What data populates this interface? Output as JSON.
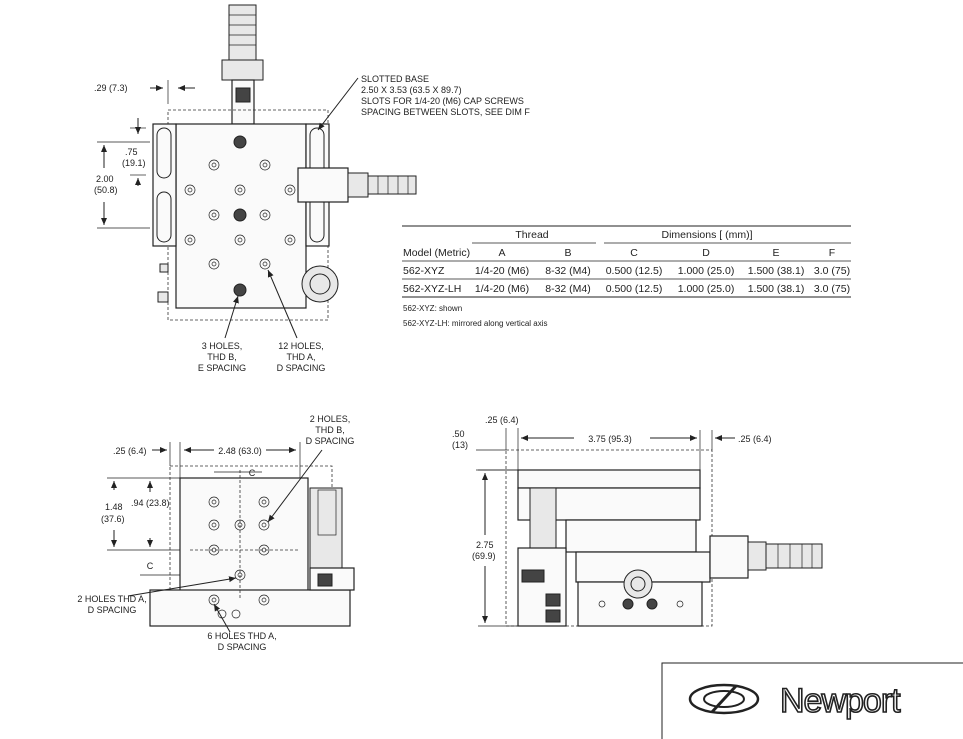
{
  "top_view": {
    "dim_029": ".29 (7.3)",
    "dim_075": ".75",
    "dim_075_mm": "(19.1)",
    "dim_200": "2.00",
    "dim_200_mm": "(50.8)",
    "slotted_base": [
      "SLOTTED BASE",
      "2.50 X 3.53 (63.5 X 89.7)",
      "SLOTS FOR 1/4-20 (M6) CAP SCREWS",
      "SPACING BETWEEN SLOTS, SEE DIM F"
    ],
    "callout_3_holes": [
      "3 HOLES,",
      "THD B,",
      "E SPACING"
    ],
    "callout_12_holes": [
      "12 HOLES,",
      "THD A,",
      "D SPACING"
    ]
  },
  "table": {
    "group_thread": "Thread",
    "group_dimensions": "Dimensions [ (mm)]",
    "headers": [
      "Model (Metric)",
      "A",
      "B",
      "C",
      "D",
      "E",
      "F"
    ],
    "rows": [
      [
        "562-XYZ",
        "1/4-20 (M6)",
        "8-32 (M4)",
        "0.500 (12.5)",
        "1.000 (25.0)",
        "1.500 (38.1)",
        "3.0 (75)"
      ],
      [
        "562-XYZ-LH",
        "1/4-20 (M6)",
        "8-32 (M4)",
        "0.500 (12.5)",
        "1.000 (25.0)",
        "1.500 (38.1)",
        "3.0 (75)"
      ]
    ],
    "notes": [
      "562-XYZ: shown",
      "562-XYZ-LH: mirrored along vertical axis"
    ]
  },
  "front_view": {
    "dim_025": ".25 (6.4)",
    "dim_248": "2.48 (63.0)",
    "dim_c": "C",
    "dim_148": "1.48",
    "dim_148_mm": "(37.6)",
    "dim_094": ".94 (23.8)",
    "callout_2_holes_b": [
      "2 HOLES,",
      "THD B,",
      "D SPACING"
    ],
    "callout_2_holes_a": [
      "2 HOLES THD A,",
      "D SPACING"
    ],
    "callout_6_holes": [
      "6 HOLES THD A,",
      "D SPACING"
    ]
  },
  "side_view": {
    "dim_025": ".25 (6.4)",
    "dim_050": ".50",
    "dim_050_mm": "(13)",
    "dim_375": "3.75 (95.3)",
    "dim_275": "2.75",
    "dim_275_mm": "(69.9)"
  },
  "logo": {
    "text": "Newport"
  }
}
